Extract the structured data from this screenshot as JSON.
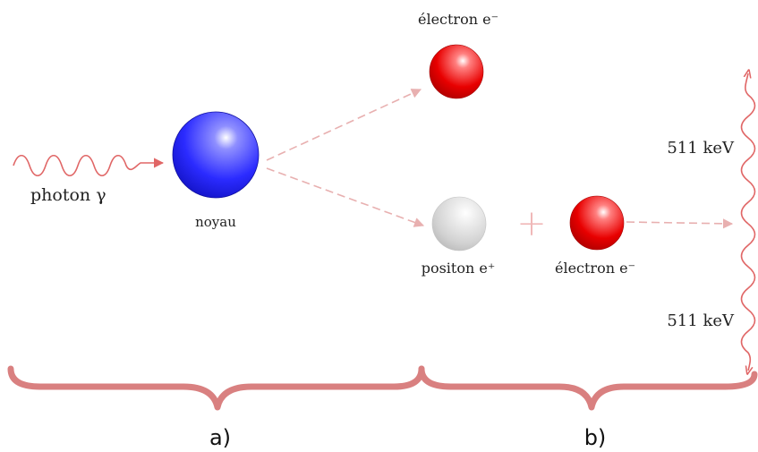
{
  "labels": {
    "photon": "photon γ",
    "nucleus": "noyau",
    "electron_top": "électron e⁻",
    "positron": "positon e⁺",
    "plus": "+",
    "electron_bottom": "électron e⁻",
    "energy_top": "511 keV",
    "energy_bottom": "511 keV",
    "part_a": "a)",
    "part_b": "b)"
  },
  "colors": {
    "photon_wave": "#e06666",
    "nucleus": "#2b2bff",
    "electron": "#e00000",
    "positron": "#d8d8d8",
    "dashed_arrow": "#e8b0b0",
    "brace": "#d98080",
    "plus_sign": "#f0b8b8"
  }
}
